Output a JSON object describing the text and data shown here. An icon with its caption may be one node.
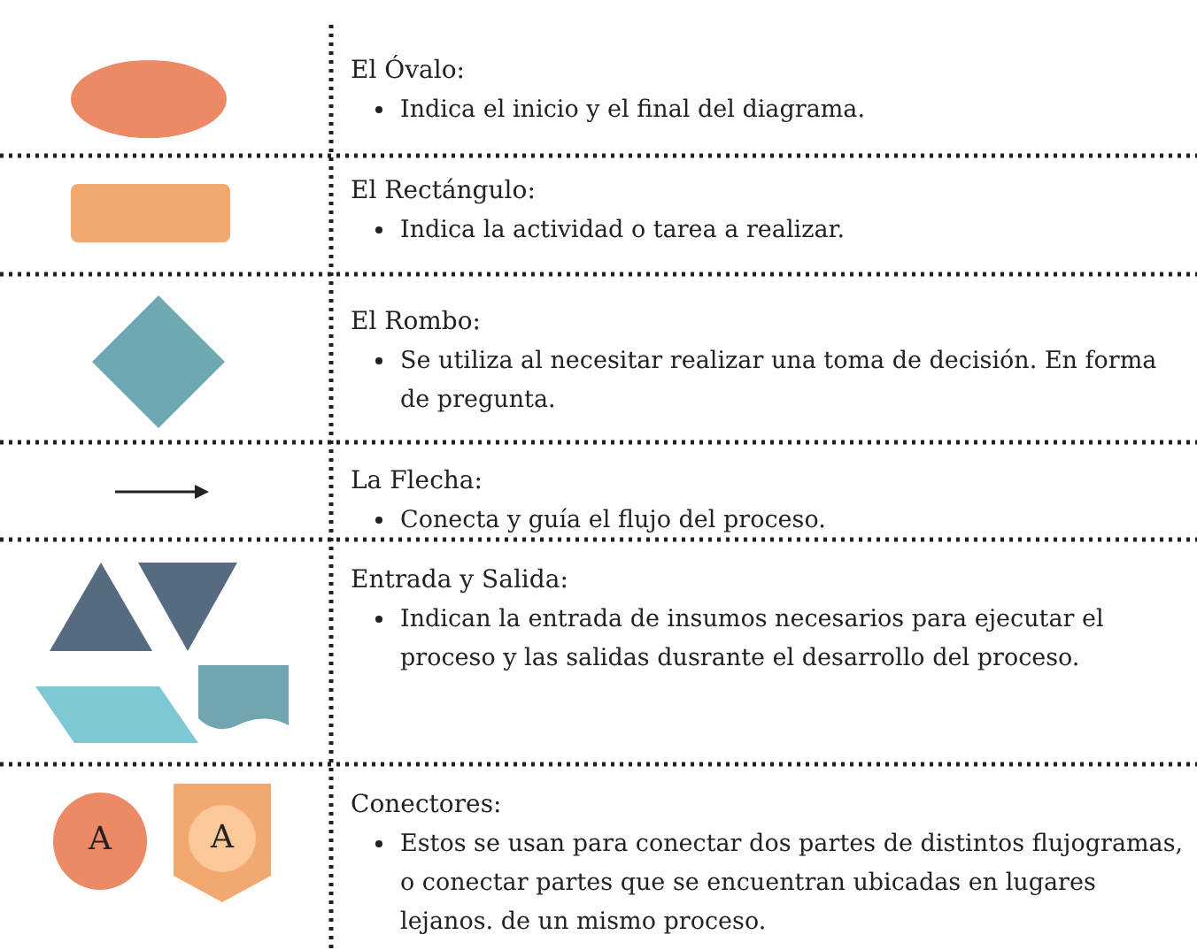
{
  "diagram": {
    "nodes": [
      {
        "text": [],
        "shape": "ellipse"
      },
      {
        "text": [],
        "shape": "box"
      },
      {
        "text": [],
        "shape": "diamond"
      },
      {
        "text": [],
        "shape": "triangle"
      },
      {
        "text": [],
        "shape": "triangle"
      },
      {
        "text": [],
        "shape": "parallelogram"
      },
      {
        "text": [],
        "shape": "document"
      },
      {
        "text": [
          "A"
        ]
      },
      {
        "text": [
          "A"
        ]
      }
    ],
    "labels": [
      "El Óvalo:",
      "Indica el inicio y el final del diagrama.",
      "El Rectángulo:",
      "Indica la actividad o tarea a realizar.",
      "El Rombo:",
      "Se utiliza al necesitar realizar una toma de decisión. En forma de pregunta.",
      "La Flecha:",
      "Conecta y guía el flujo del proceso.",
      "Entrada y Salida:",
      "Indican la entrada de insumos necesarios para ejecutar el proceso y las salidas dusrante el desarrollo del proceso.",
      "Conectores:",
      "Estos se usan para conectar dos partes de distintos flujogramas, o conectar partes que se encuentran ubicadas en lugares lejanos. de un mismo proceso."
    ]
  }
}
